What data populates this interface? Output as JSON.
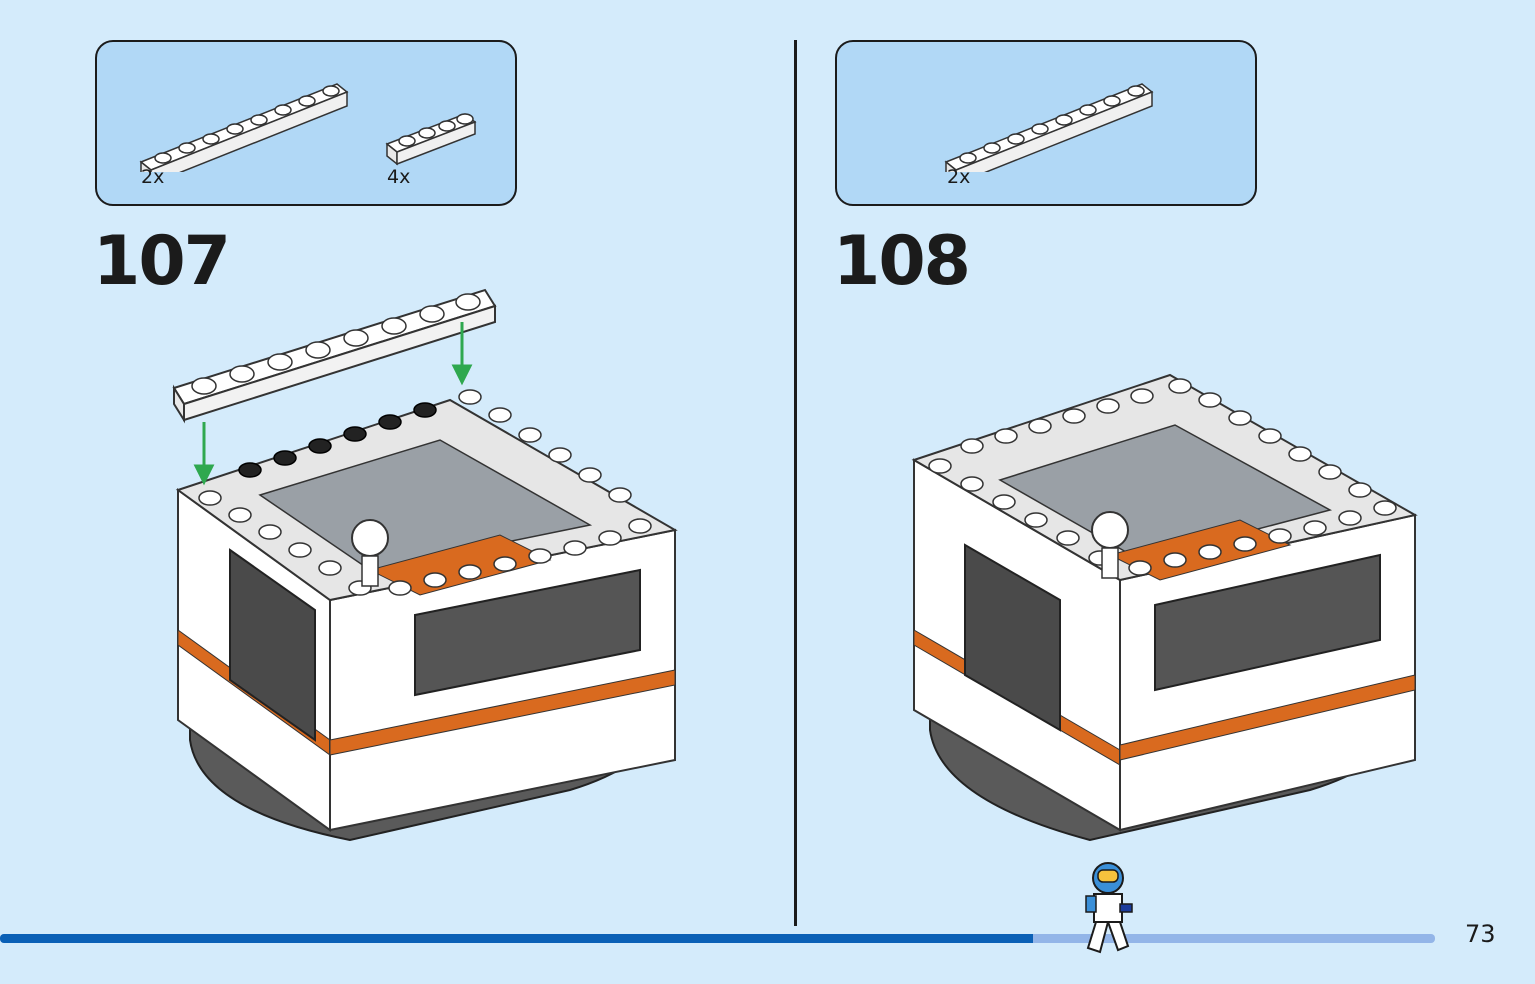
{
  "steps": [
    {
      "number": "107",
      "parts": [
        {
          "name": "plate-1x8-white",
          "count": "2x",
          "studs": 8
        },
        {
          "name": "plate-1x4-white",
          "count": "4x",
          "studs": 4
        }
      ]
    },
    {
      "number": "108",
      "parts": [
        {
          "name": "plate-1x8-white",
          "count": "2x",
          "studs": 8
        }
      ]
    }
  ],
  "page": {
    "number": "73",
    "progress": 0.72,
    "colors": {
      "background": "#d4ebfb",
      "parts_box": "#b1d8f6",
      "progress_fill": "#0a60b6",
      "progress_track": "#93b5e8",
      "arrow": "#2fa84f",
      "accent_orange": "#d96a1f"
    }
  }
}
